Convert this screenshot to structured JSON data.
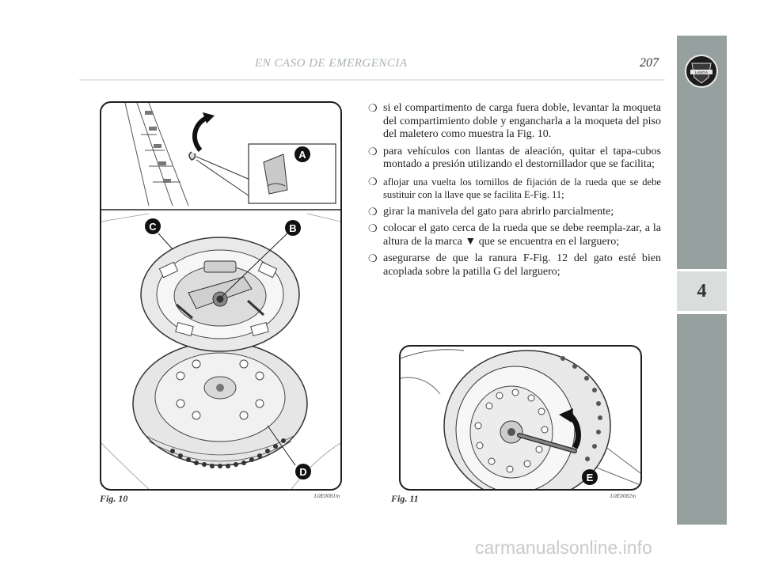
{
  "header": {
    "title": "EN CASO DE EMERGENCIA",
    "page_number": "207"
  },
  "sidebar": {
    "chapter": "4",
    "logo_text": "LANCIA"
  },
  "bullet_symbol": "❍",
  "bullets": [
    "si el compartimento de carga fuera doble, levantar la moqueta del compartimiento doble y engancharla a la moqueta del piso del maletero como muestra la Fig. 10.",
    "para vehículos con llantas de aleación, quitar el tapa-cubos montado a presión utilizando el destornillador que se facilita;",
    "aflojar una vuelta los tornillos de fijación de la rueda que se debe sustituir con la llave que se facilita E-Fig. 11;",
    "girar la manivela del gato para abrirlo parcialmente;",
    "colocar el gato cerca de la rueda que se debe reempla-zar, a la altura de la marca ▼ que se encuentra en el larguero;",
    "asegurarse de que la ranura F-Fig. 12 del gato esté bien acoplada sobre la patilla G del larguero;"
  ],
  "figures": {
    "fig10": {
      "caption": "Fig. 10",
      "code": "L0E0081m",
      "labels": [
        "A",
        "B",
        "C",
        "D"
      ]
    },
    "fig11": {
      "caption": "Fig. 11",
      "code": "L0E0082m",
      "labels": [
        "E"
      ]
    }
  },
  "watermark": "carmanualsonline.info"
}
